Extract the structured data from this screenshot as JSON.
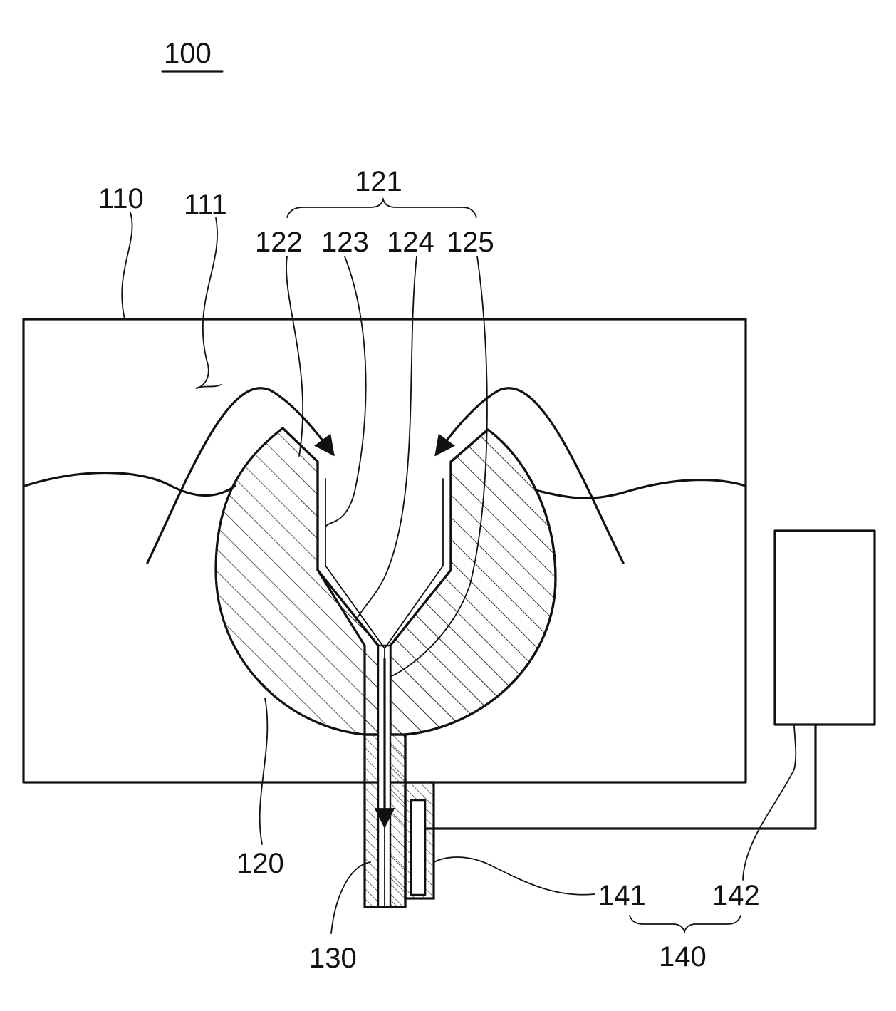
{
  "figure": {
    "number": "100",
    "colors": {
      "line": "#111111",
      "background": "#ffffff"
    },
    "labels": {
      "chamber": "110",
      "fluid": "111",
      "collector": "120",
      "channel_group": "121",
      "label_122": "122",
      "label_123": "123",
      "label_124": "124",
      "label_125": "125",
      "outlet_tube": "130",
      "sensor_unit": "140",
      "sensor": "141",
      "controller": "142"
    }
  }
}
